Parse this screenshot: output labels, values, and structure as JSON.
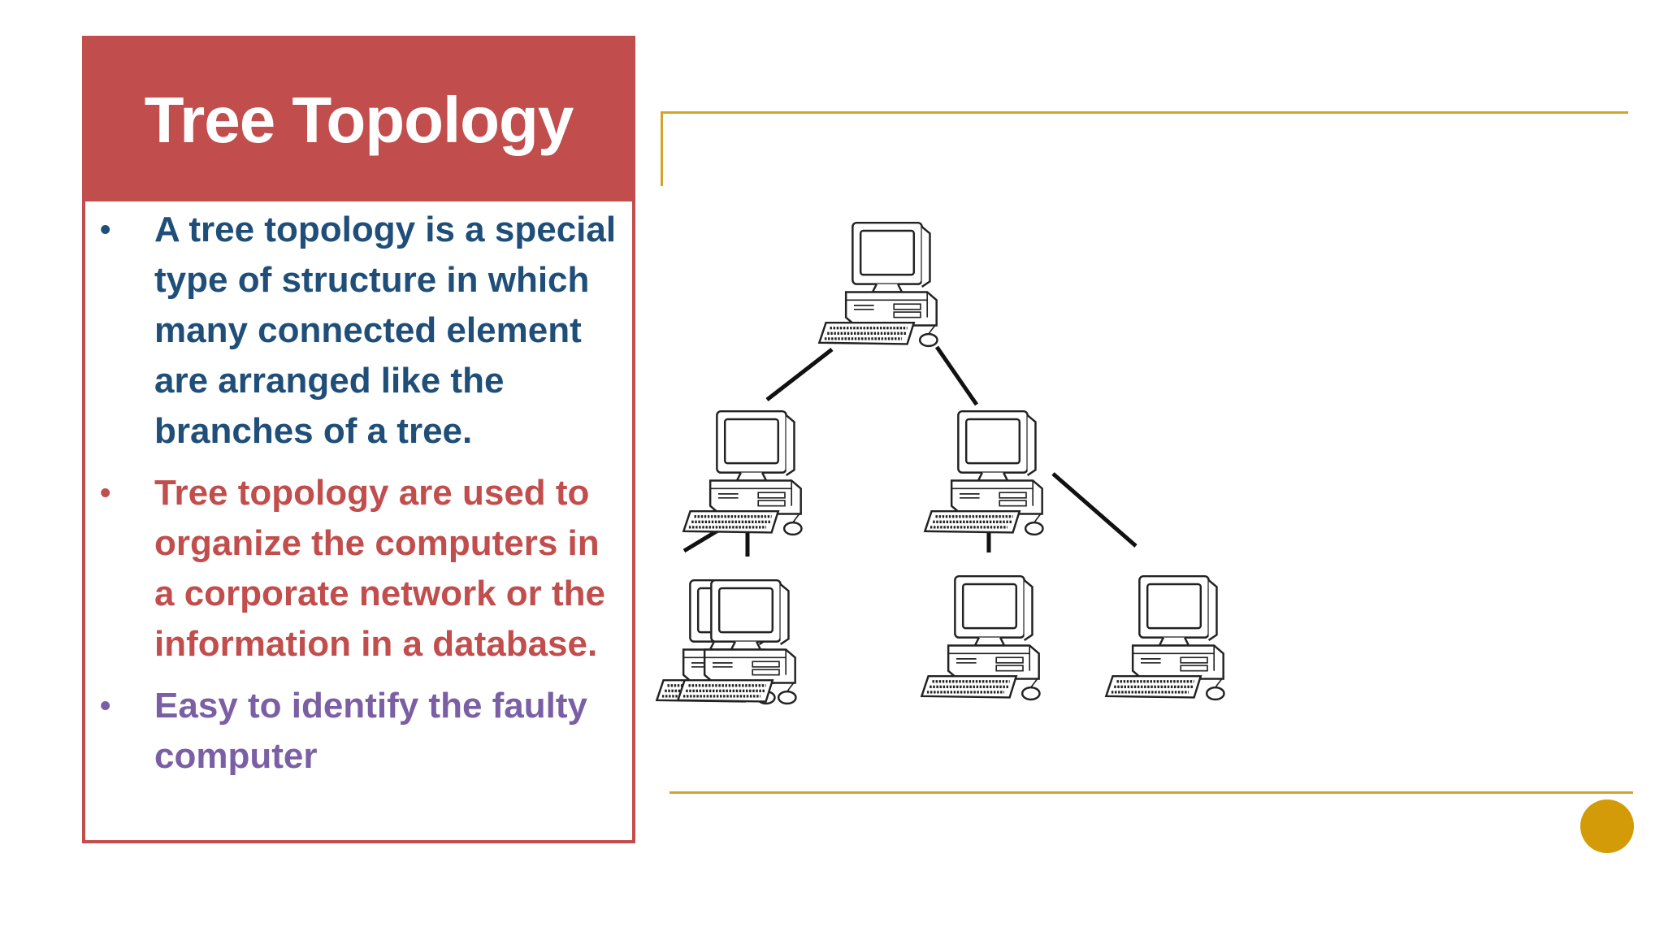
{
  "slide": {
    "title": "Tree Topology",
    "bullet_char": "•",
    "bullets": [
      {
        "text": "A tree topology is a special type of structure in which many connected  element are arranged  like the branches of a tree.",
        "color": "#1f4e79"
      },
      {
        "text": "Tree topology are used to organize the computers in a corporate network or the information in a database.",
        "color": "#c14e4d"
      },
      {
        "text": "Easy to identify the faulty computer",
        "color": "#7b5fa5"
      }
    ]
  },
  "colors": {
    "accent_red": "#c14e4d",
    "gold": "#d4a42a",
    "gold_dot": "#d29b07"
  },
  "diagram": {
    "nodes": [
      {
        "id": "root",
        "icon": "desktop-computer-icon"
      },
      {
        "id": "mid-left",
        "icon": "desktop-computer-icon"
      },
      {
        "id": "mid-right",
        "icon": "desktop-computer-icon"
      },
      {
        "id": "leaf-1",
        "icon": "desktop-computer-icon"
      },
      {
        "id": "leaf-2",
        "icon": "desktop-computer-icon"
      },
      {
        "id": "leaf-3",
        "icon": "desktop-computer-icon"
      },
      {
        "id": "leaf-4",
        "icon": "desktop-computer-icon"
      }
    ],
    "edges": [
      [
        "root",
        "mid-left"
      ],
      [
        "root",
        "mid-right"
      ],
      [
        "mid-left",
        "leaf-1"
      ],
      [
        "mid-left",
        "leaf-2"
      ],
      [
        "mid-right",
        "leaf-3"
      ],
      [
        "mid-right",
        "leaf-4"
      ]
    ]
  }
}
